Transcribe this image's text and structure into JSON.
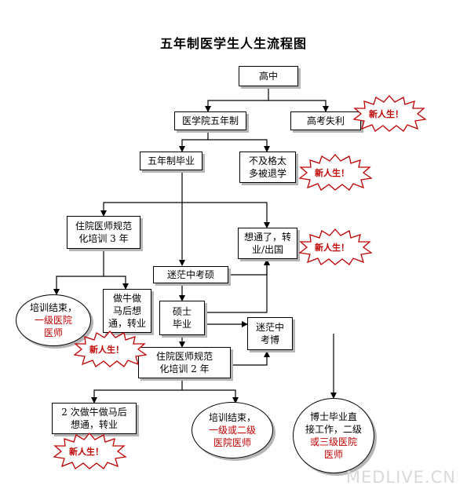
{
  "title": "五年制医学生人生流程图",
  "nodes": {
    "high_school": "高中",
    "med_school": "医学院五年制",
    "exam_fail": "高考失利",
    "graduate": "五年制毕业",
    "dropout": [
      "不及格太",
      "多被退学"
    ],
    "residency3": [
      "住院医师规范",
      "化培训 3 年"
    ],
    "figured_out_1": [
      "想通了，转",
      "业/出国"
    ],
    "confused_master": "迷茫中考硕",
    "training_end_1": [
      "培训结束，",
      "一级医院",
      "医师"
    ],
    "work_hard_1": [
      "做牛做",
      "马后想",
      "通，转业"
    ],
    "master": [
      "硕士",
      "毕业"
    ],
    "confused_phd": [
      "迷茫中",
      "考博"
    ],
    "residency2": [
      "住院医师规范",
      "化培训 2 年"
    ],
    "work_hard_2": [
      "2 次做牛做马后",
      "想通，转业"
    ],
    "training_end_2": [
      "培训结束，",
      "一级或二级",
      "医院医师"
    ],
    "phd": [
      "博士毕业直",
      "接工作，二级",
      "或三级医院",
      "医师"
    ]
  },
  "burst_label": "新人生！",
  "watermark": "MEDLIVE.CN"
}
